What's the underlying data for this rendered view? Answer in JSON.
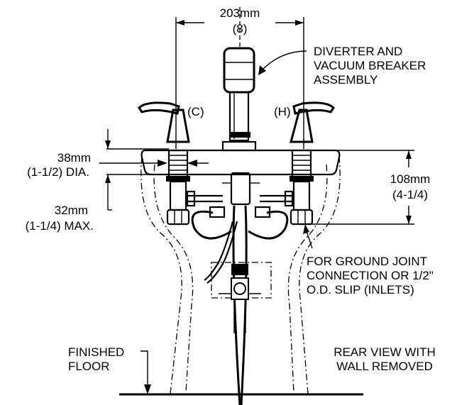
{
  "labels": {
    "top_dim_mm": "203mm",
    "top_dim_in": "(8)",
    "diverter_1": "DIVERTER AND",
    "diverter_2": "VACUUM BREAKER",
    "diverter_3": "ASSEMBLY",
    "cold": "(C)",
    "hot": "(H)",
    "dia_mm": "38mm",
    "dia_in": "(1-1/2) DIA.",
    "max_mm": "32mm",
    "max_in": "(1-1/4) MAX.",
    "height_mm": "108mm",
    "height_in": "(4-1/4)",
    "inlet_1": "FOR GROUND JOINT",
    "inlet_2": "CONNECTION OR 1/2\"",
    "inlet_3": "O.D. SLIP (INLETS)",
    "floor_1": "FINISHED",
    "floor_2": "FLOOR",
    "view_1": "REAR VIEW WITH",
    "view_2": "WALL REMOVED"
  }
}
